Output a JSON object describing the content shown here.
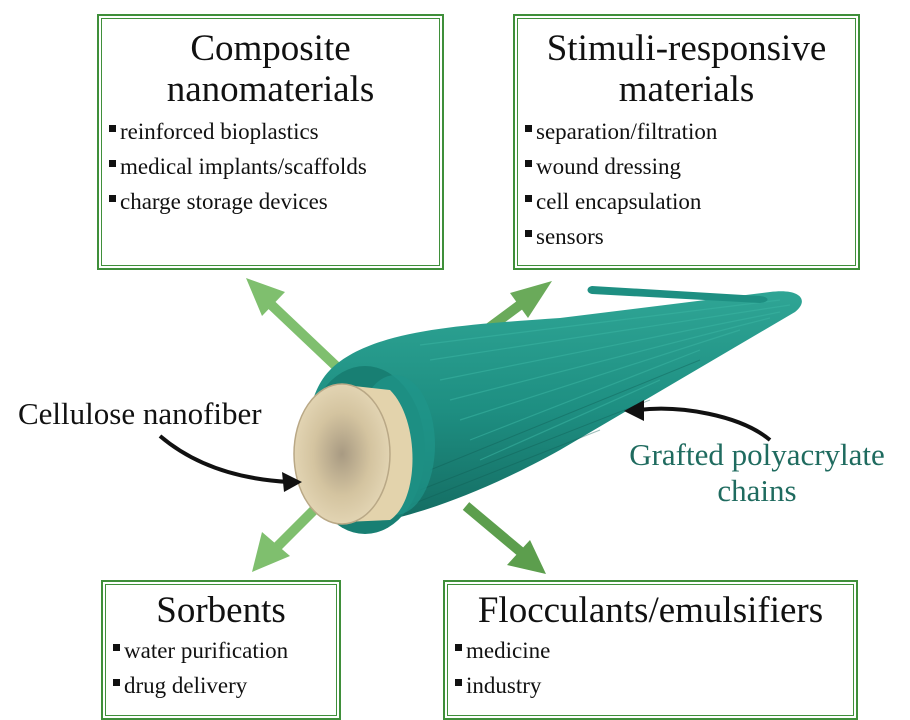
{
  "boxes": {
    "composite": {
      "title_line1": "Composite",
      "title_line2": "nanomaterials",
      "items": [
        "reinforced bioplastics",
        "medical implants/scaffolds",
        "charge storage devices"
      ]
    },
    "stimuli": {
      "title_line1": "Stimuli-responsive",
      "title_line2": "materials",
      "items": [
        "separation/filtration",
        "wound dressing",
        "cell encapsulation",
        "sensors"
      ]
    },
    "sorbents": {
      "title": "Sorbents",
      "items": [
        "water purification",
        "drug delivery"
      ]
    },
    "flocculants": {
      "title": "Flocculants/emulsifiers",
      "items": [
        "medicine",
        "industry"
      ]
    }
  },
  "labels": {
    "cellulose": "Cellulose nanofiber",
    "grafted_line1": "Grafted polyacrylate",
    "grafted_line2": "chains"
  },
  "colors": {
    "border_green": "#3f8f3a",
    "arrow_green": "#6fb15e",
    "fiber_teal": "#1e8f82",
    "label_teal": "#1f6b5f",
    "core_tan": "#d8c9a7"
  }
}
